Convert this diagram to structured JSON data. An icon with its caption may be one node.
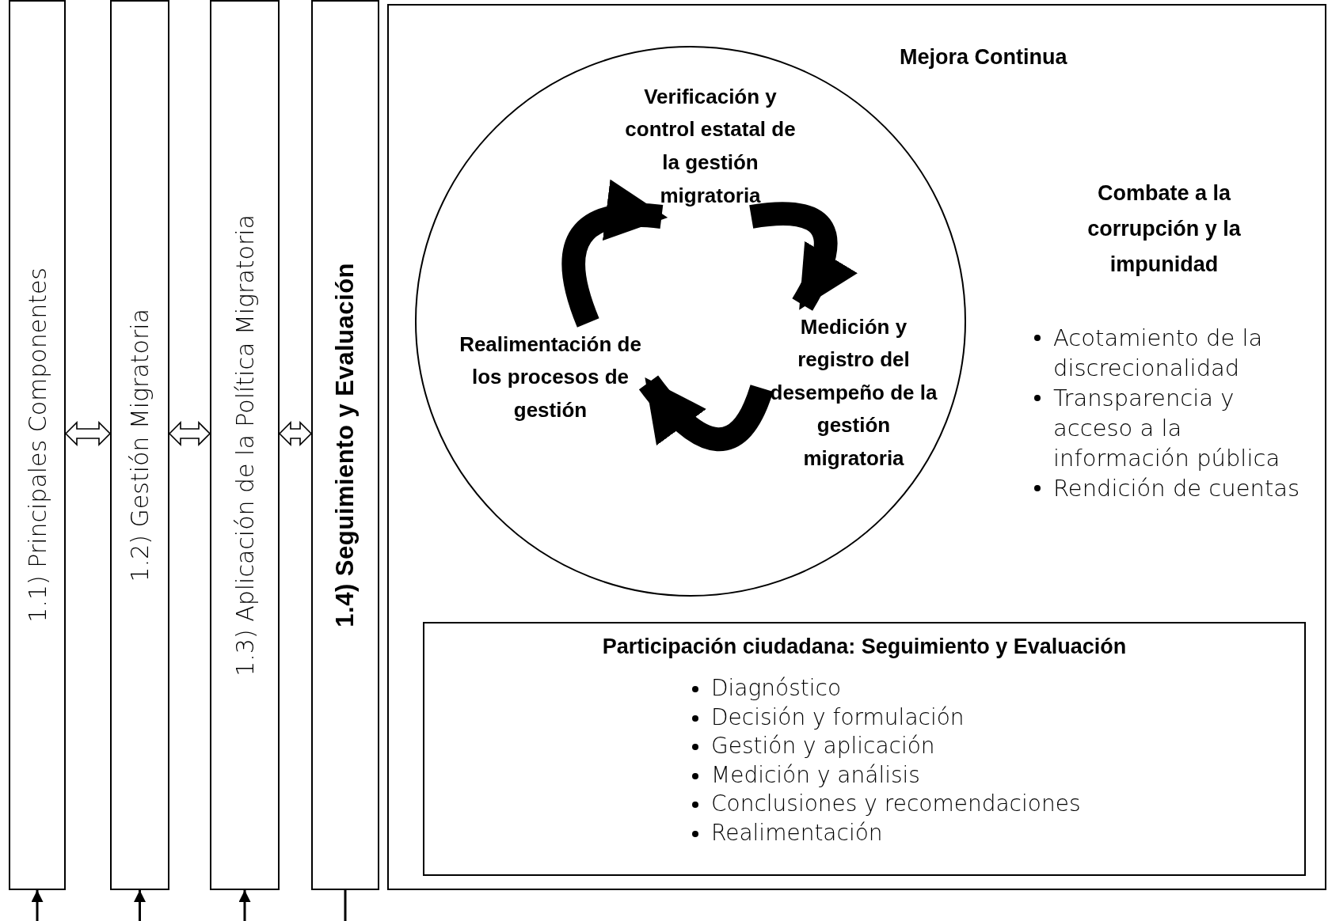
{
  "diagram": {
    "nodes": [
      {
        "text": [
          "1.1)  Principales Componentes"
        ]
      },
      {
        "text": [
          "1.2) Gestión Migratoria"
        ]
      },
      {
        "text": [
          "1.3) Aplicación de la Política Migratoria"
        ]
      },
      {
        "text": [
          "1.4) Seguimiento y Evaluación"
        ]
      },
      {
        "text": [
          "Mejora Continua"
        ]
      },
      {
        "text": [],
        "shape": "circle",
        "in": 4
      },
      {
        "text": [
          "Verificación y control estatal de la gestión migratoria"
        ],
        "in": 5
      },
      {
        "text": [
          "Medición y registro del desempeño de la gestión migratoria"
        ],
        "in": 5
      },
      {
        "text": [
          "Realimentación de los procesos de gestión"
        ],
        "in": 5
      },
      {
        "text": [
          "Participación ciudadana: Seguimiento y Evaluación",
          "Diagnóstico",
          "Decisión y formulación",
          "Gestión y aplicación",
          "Medición y análisis",
          "Conclusiones y recomendaciones",
          "Realimentación"
        ],
        "in": 4
      }
    ],
    "edges": [
      {
        "from": 0,
        "to": 1,
        "arrow": "both"
      },
      {
        "from": 1,
        "to": 2,
        "arrow": "both"
      },
      {
        "from": 2,
        "to": 3,
        "arrow": "both"
      },
      {
        "from": null,
        "to": 0,
        "arrow": "to"
      },
      {
        "from": null,
        "to": 1,
        "arrow": "to"
      },
      {
        "from": null,
        "to": 2,
        "arrow": "to"
      },
      {
        "from": null,
        "to": 3,
        "arrow": "none"
      },
      {
        "from": 6,
        "to": 7,
        "arrow": "to",
        "style": "thick"
      },
      {
        "from": 7,
        "to": 8,
        "arrow": "to",
        "style": "thick"
      },
      {
        "from": 8,
        "to": 6,
        "arrow": "to",
        "style": "thick"
      }
    ],
    "labels": [
      "Combate a la corrupción y la impunidad",
      "Acotamiento de la discrecionalidad",
      "Transparencia y acceso a la información pública",
      "Rendición de cuentas"
    ]
  }
}
